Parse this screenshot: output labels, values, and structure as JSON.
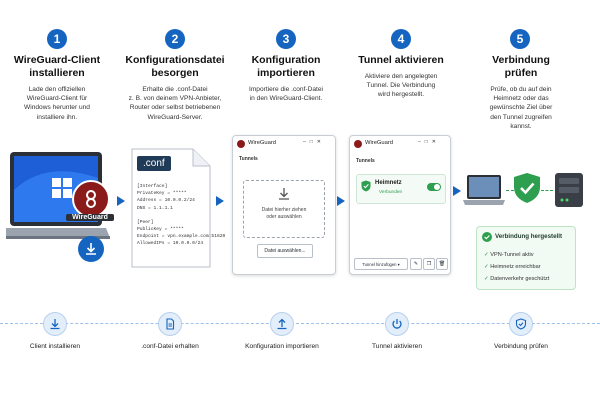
{
  "steps": [
    {
      "num": "1",
      "title_l1": "WireGuard-Client",
      "title_l2": "installieren",
      "desc": [
        "Lade den offiziellen",
        "WireGuard-Client für",
        "Windows herunter und",
        "installiere ihn."
      ]
    },
    {
      "num": "2",
      "title_l1": "Konfigurationsdatei",
      "title_l2": "besorgen",
      "desc": [
        "Erhalte die .conf-Datei",
        "z. B. von deinem VPN-Anbieter,",
        "Router oder selbst betriebenen",
        "WireGuard-Server."
      ]
    },
    {
      "num": "3",
      "title_l1": "Konfiguration",
      "title_l2": "importieren",
      "desc": [
        "Importiere die .conf-Datei",
        "in den WireGuard-Client."
      ]
    },
    {
      "num": "4",
      "title_l1": "Tunnel aktivieren",
      "title_l2": "",
      "desc": [
        "Aktiviere den angelegten",
        "Tunnel. Die Verbindung",
        "wird hergestellt."
      ]
    },
    {
      "num": "5",
      "title_l1": "Verbindung",
      "title_l2": "prüfen",
      "desc": [
        "Prüfe, ob du auf dein",
        "Heimnetz oder das",
        "gewünschte Ziel über",
        "den Tunnel zugreifen",
        "kannst."
      ]
    }
  ],
  "laptop": {
    "brand": "WireGuard"
  },
  "conf_file": {
    "ext": ".conf",
    "lines": [
      "[Interface]",
      "PrivateKey = *****",
      "Address = 10.0.0.2/24",
      "DNS = 1.1.1.1",
      "",
      "[Peer]",
      "PublicKey = *****",
      "Endpoint = vpn.example.com:51820",
      "AllowedIPs = 10.0.0.0/24"
    ]
  },
  "import_window": {
    "title": "WireGuard",
    "tab": "Tunnels",
    "drop_l1": "Datei hierher ziehen",
    "drop_l2": "oder auswählen",
    "button": "Datei auswählen..."
  },
  "tunnel_window": {
    "title": "WireGuard",
    "tab": "Tunnels",
    "tunnel_name": "Heimnetz",
    "tunnel_status": "Verbunden",
    "add_button": "Tunnel hinzufügen"
  },
  "status_card": {
    "title": "Verbindung hergestellt",
    "items": [
      "VPN-Tunnel aktiv",
      "Heimnetz erreichbar",
      "Datenverkehr geschützt"
    ]
  },
  "bottom": [
    {
      "label": "Client installieren",
      "icon": "download-icon"
    },
    {
      "label": ".conf-Datei erhalten",
      "icon": "document-icon"
    },
    {
      "label": "Konfiguration importieren",
      "icon": "upload-icon"
    },
    {
      "label": "Tunnel aktivieren",
      "icon": "power-icon"
    },
    {
      "label": "Verbindung prüfen",
      "icon": "shield-check-icon"
    }
  ],
  "colors": {
    "accent": "#1565c0",
    "green": "#2e9e4f",
    "wg_red": "#8b1a1a"
  }
}
